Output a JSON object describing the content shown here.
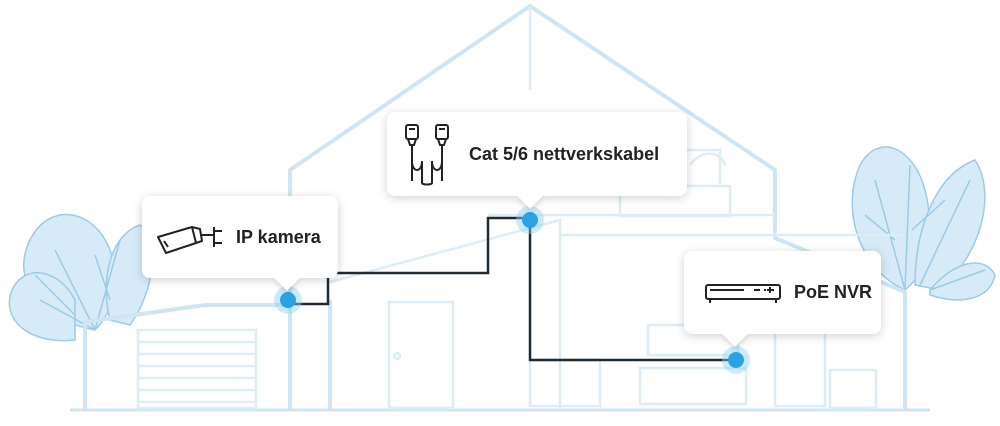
{
  "nodes": {
    "camera": {
      "label": "IP kamera",
      "icon": "ip-camera-icon"
    },
    "cable": {
      "label": "Cat 5/6 nettverkskabel",
      "icon": "ethernet-cable-icon"
    },
    "nvr": {
      "label": "PoE NVR",
      "icon": "nvr-recorder-icon"
    }
  },
  "colors": {
    "house_outline": "#cfe6f2",
    "foliage_fill": "#d6ebf7",
    "foliage_vein": "#9ccbe4",
    "cable_line": "#1f2a33",
    "connection_dot": "#2aa3e6",
    "connection_glow": "#8ed3f5"
  }
}
